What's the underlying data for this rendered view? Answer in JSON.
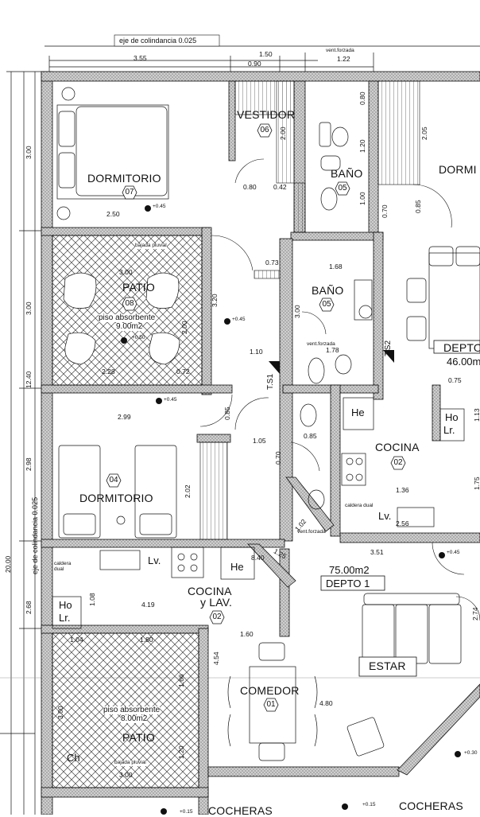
{
  "rooms": {
    "vestidor": "VESTIDOR",
    "dormitorio_top": "DORMITORIO",
    "dormitorio_right": "DORMI",
    "bano_top": "BAÑO",
    "bano_mid": "BAÑO",
    "patio_top": "PATIO",
    "depto_right": "DEPTO",
    "dormitorio_mid": "DORMITORIO",
    "cocina_right": "COCINA",
    "cocina_lav_1": "COCINA",
    "cocina_lav_2": "y LAV.",
    "comedor": "COMEDOR",
    "estar": "ESTAR",
    "patio_bottom": "PATIO",
    "cocheras_left": "COCHERAS",
    "cocheras_right": "COCHERAS"
  },
  "room_numbers": {
    "vestidor": "06",
    "dormitorio_top": "07",
    "bano_top": "05",
    "bano_mid": "05",
    "patio_top": "08",
    "dormitorio_mid": "04",
    "cocina_right": "02",
    "cocina_lav": "02",
    "comedor": "01"
  },
  "fixtures": {
    "he_upper": "He",
    "he_lower": "He",
    "ho_lr_right_1": "Ho",
    "ho_lr_right_2": "Lr.",
    "ho_lr_left_1": "Ho",
    "ho_lr_left_2": "Lr.",
    "lv_mid": "Lv.",
    "lv_right": "Lv.",
    "ch": "Ch",
    "caldera_left": "caldera dual",
    "caldera_right": "caldera dual"
  },
  "notes": {
    "eje_top": "eje de colindancia 0.025",
    "eje_left": "eje de colindancia 0.025",
    "vent_forzada_top": "vent.forzada",
    "vent_forzada_mid": "vent.forzada",
    "vent_forzada_bottom": "vent.forzada",
    "piso_absorbente_top_1": "piso absorbente",
    "piso_absorbente_top_2": "9.00m2",
    "piso_absorbente_bot_1": "piso absorbente",
    "piso_absorbente_bot_2": "8.00m2",
    "bajada_pluvial_top": "bajada pluvial",
    "bajada_pluvial_bot": "bajada pluvial",
    "area_depto1": "75.00m2",
    "depto1": "DEPTO 1",
    "area_depto_right": "46.00m",
    "ts1": "T.S1",
    "ts2": "T.S2"
  },
  "levels": {
    "l1": "+0.45",
    "l2": "+0.45",
    "l3": "+0.45",
    "l4": "+0.45",
    "l5": "+0.30",
    "l6": "+0.15",
    "l7": "+0.15",
    "l8": "+0.50"
  },
  "dims": {
    "top_355": "3.55",
    "top_150": "1.50",
    "top_090": "0.90",
    "top_122": "1.22",
    "d080_vest": "0.80",
    "d042": "0.42",
    "d200_vest": "2.00",
    "d080_bano": "0.80",
    "d120": "1.20",
    "d100": "1.00",
    "d070_bano": "0.70",
    "d205": "2.05",
    "d085_right": "0.85",
    "d250": "2.50",
    "d073": "0.73",
    "d168": "1.68",
    "d300_patio": "3.00",
    "d320": "3.20",
    "d300_bano": "3.00",
    "d200_patio": "2.00",
    "d110": "1.10",
    "d178": "1.78",
    "d228": "2.28",
    "d072": "0.72",
    "d075": "0.75",
    "d085_mid": "0.85",
    "d299": "2.99",
    "d105": "1.05",
    "d085_c": "0.85",
    "d070_c": "0.70",
    "d202": "2.02",
    "d136": "1.36",
    "d256": "2.56",
    "d102": "1.02",
    "d125": "1.25",
    "d840": "8.40",
    "d351": "3.51",
    "d419": "4.19",
    "d108": "1.08",
    "d274": "2.74",
    "d104": "1.04",
    "d180": "1.80",
    "d160": "1.60",
    "d454": "4.54",
    "d480": "4.80",
    "d300_pat2": "3.00",
    "d120_pat2": "1.20",
    "d300_pat2b": "3.00",
    "d166": "1.66",
    "left_300a": "3.00",
    "left_300b": "3.00",
    "left_1240": "12.40",
    "left_298": "2.98",
    "left_2000": "20.00",
    "left_268": "2.68",
    "r175": "1.75",
    "r113": "1.13"
  }
}
